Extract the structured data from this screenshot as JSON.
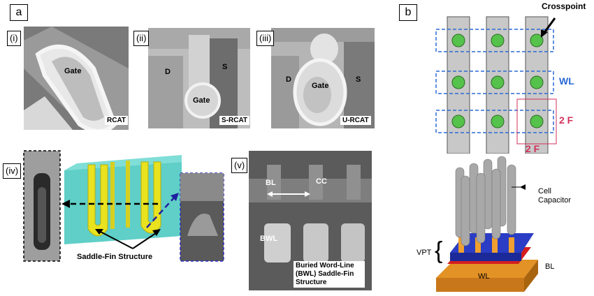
{
  "panel_a": {
    "tag": "a",
    "sub": {
      "i": {
        "tag": "(i)",
        "gate": "Gate",
        "caption": "RCAT"
      },
      "ii": {
        "tag": "(ii)",
        "d": "D",
        "s": "S",
        "gate": "Gate",
        "caption": "S-RCAT"
      },
      "iii": {
        "tag": "(iii)",
        "d": "D",
        "s": "S",
        "gate": "Gate",
        "caption": "U-RCAT"
      },
      "iv": {
        "tag": "(iv)",
        "caption": "Saddle-Fin Structure"
      },
      "v": {
        "tag": "(v)",
        "bl": "BL",
        "cc": "CC",
        "bwl": "BWL",
        "caption": "Buried Word-Line (BWL) Saddle-Fin Structure"
      }
    }
  },
  "panel_b": {
    "tag": "b",
    "top": {
      "crosspoint": "Crosspoint",
      "wl": "WL",
      "two_f_v": "2 F",
      "two_f_h": "2 F"
    },
    "bottom": {
      "cell_cap": "Cell Capacitor",
      "vpt": "VPT",
      "wl": "WL",
      "bl": "BL"
    }
  },
  "colors": {
    "wl_blue": "#2a6ad6",
    "two_f_red": "#d2325a",
    "dot_green": "#55c24b",
    "gray_bar": "#c8c8c8"
  }
}
